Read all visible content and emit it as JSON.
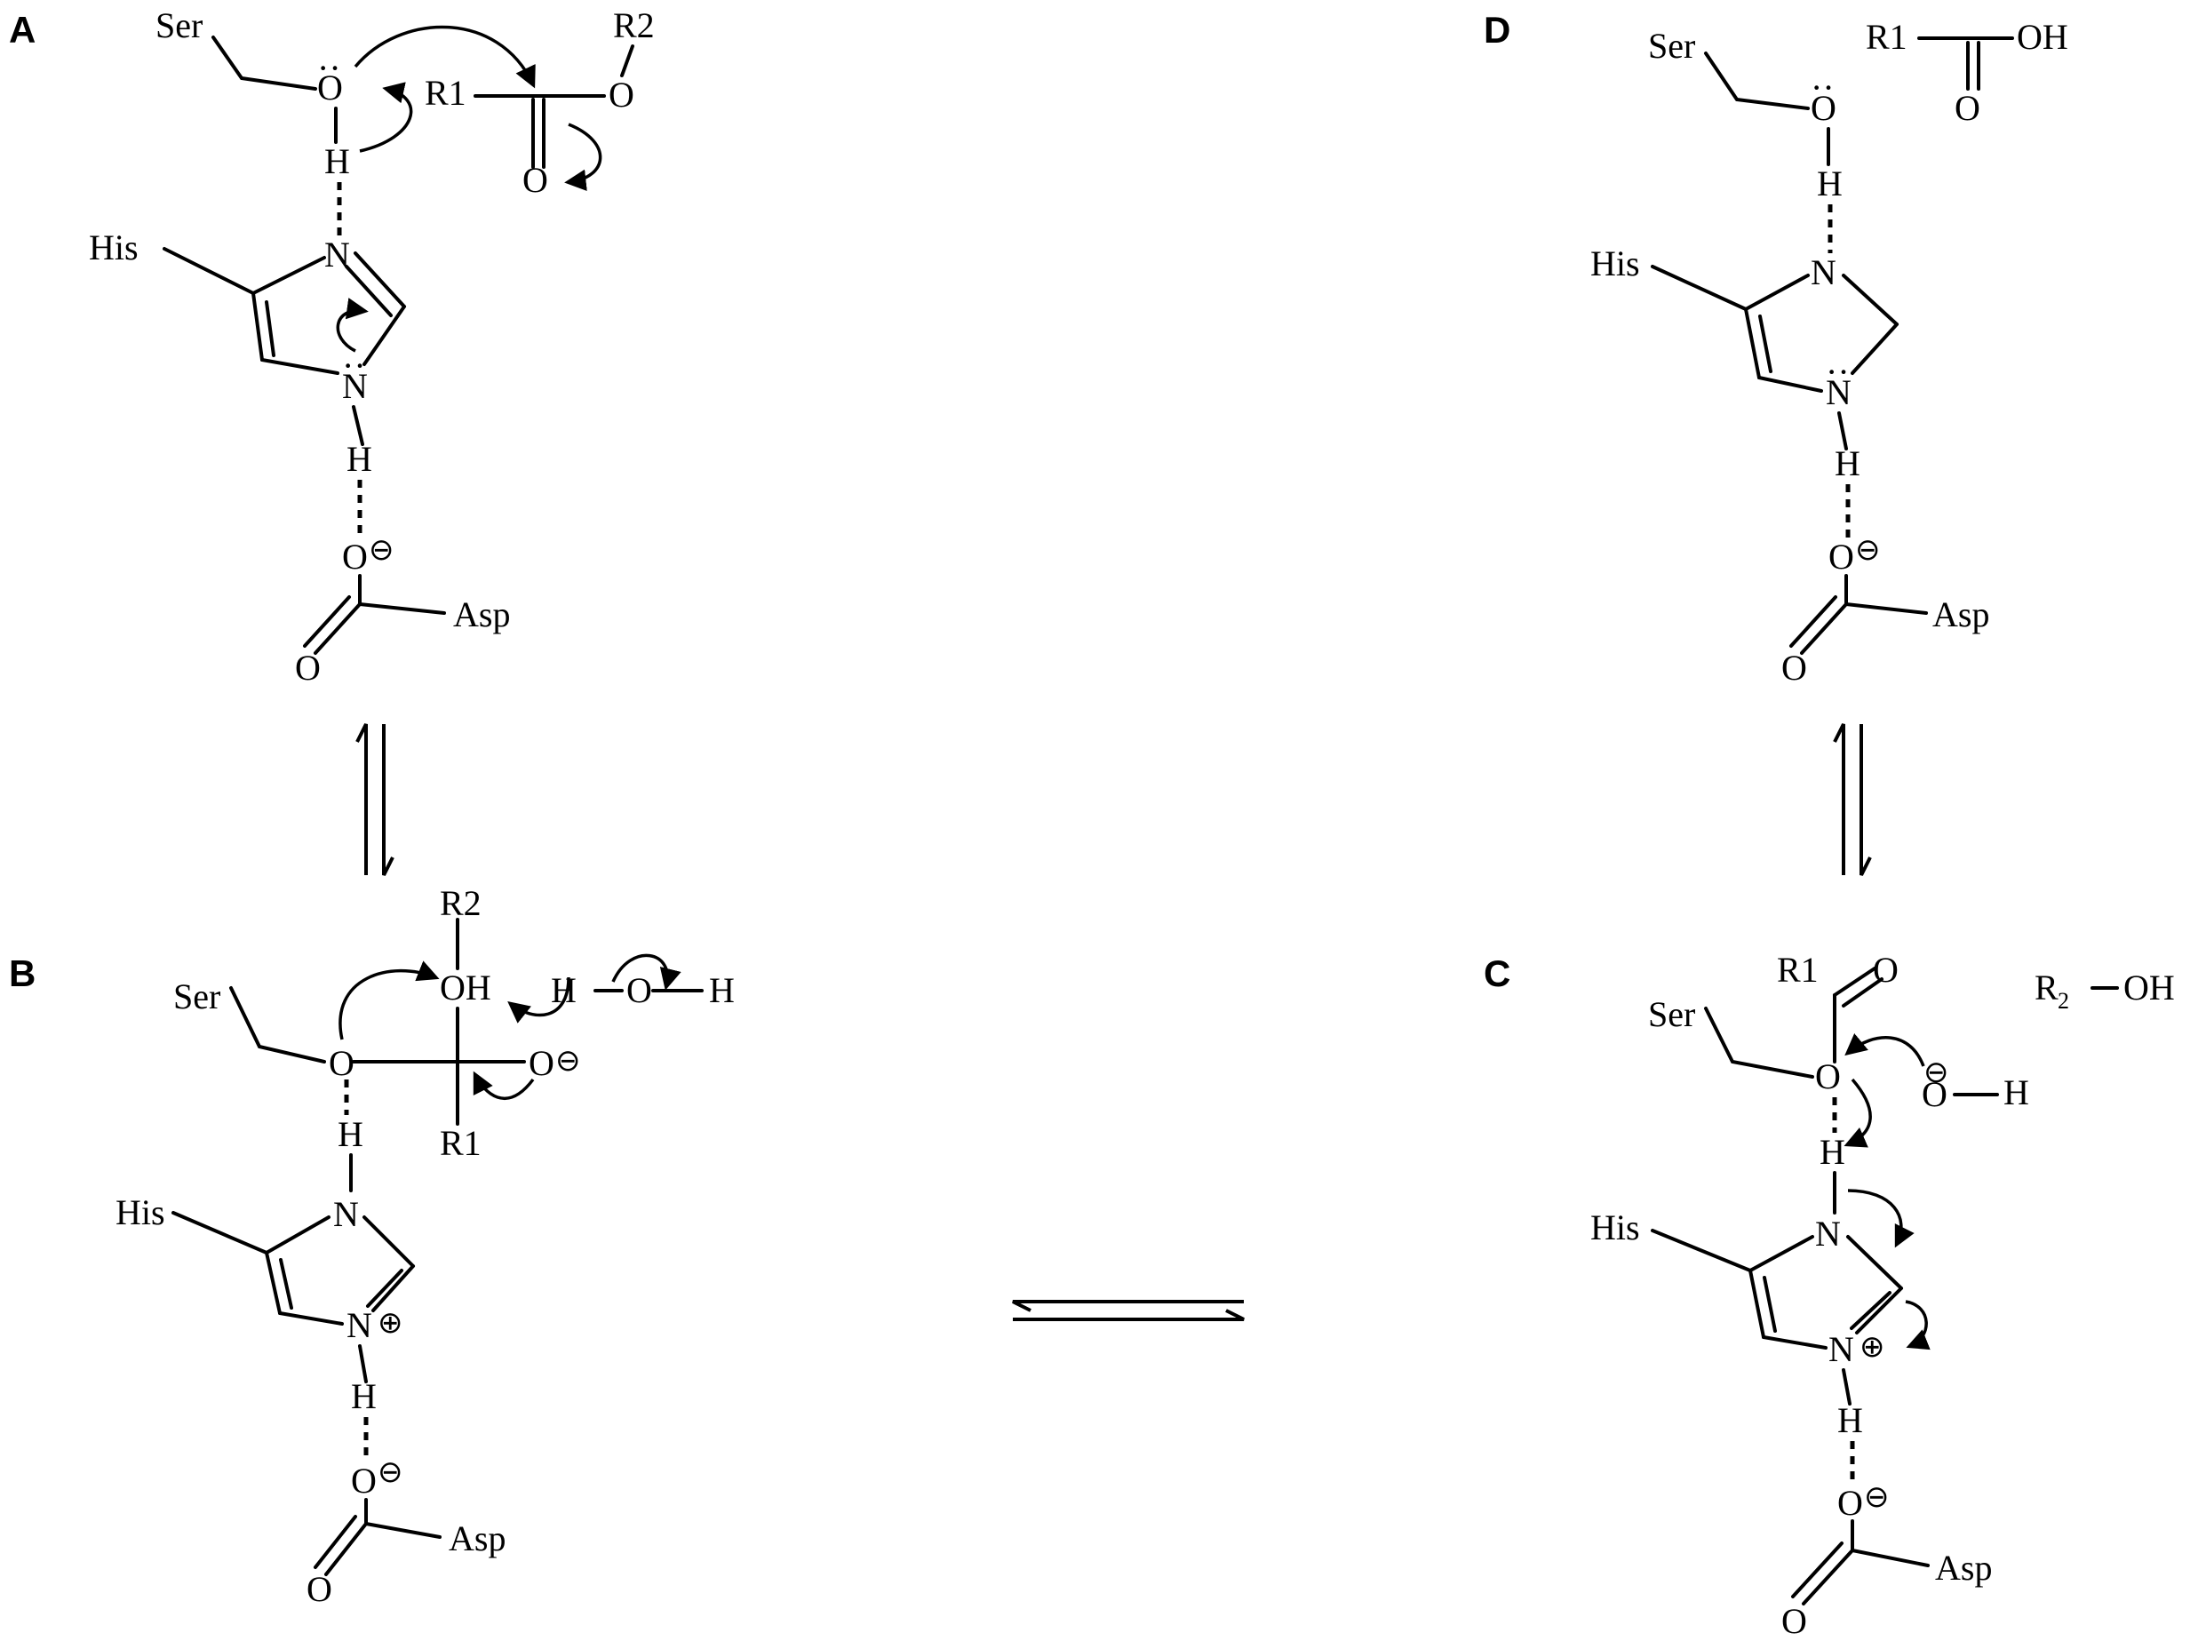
{
  "panels": [
    {
      "label": "A",
      "atoms": [
        "Ser",
        "O",
        "R1",
        "R2",
        "O",
        "O",
        "H",
        "His",
        "N",
        "N",
        "H",
        "O",
        "Asp",
        "O"
      ]
    },
    {
      "label": "B",
      "atoms": [
        "R2",
        "Ser",
        "OH",
        "H",
        "O",
        "H",
        "O",
        "O",
        "H",
        "R1",
        "His",
        "N",
        "N",
        "H",
        "O",
        "Asp",
        "O"
      ]
    },
    {
      "label": "C",
      "atoms": [
        "R1",
        "O",
        "R",
        "2",
        "OH",
        "Ser",
        "O",
        "O",
        "H",
        "H",
        "His",
        "N",
        "N",
        "H",
        "O",
        "Asp",
        "O"
      ]
    },
    {
      "label": "D",
      "atoms": [
        "Ser",
        "R1",
        "OH",
        "O",
        "O",
        "H",
        "His",
        "N",
        "N",
        "H",
        "O",
        "Asp",
        "O"
      ]
    }
  ],
  "charges": {
    "minus": "⊖",
    "plus": "⊕"
  },
  "lone_pair": "··"
}
